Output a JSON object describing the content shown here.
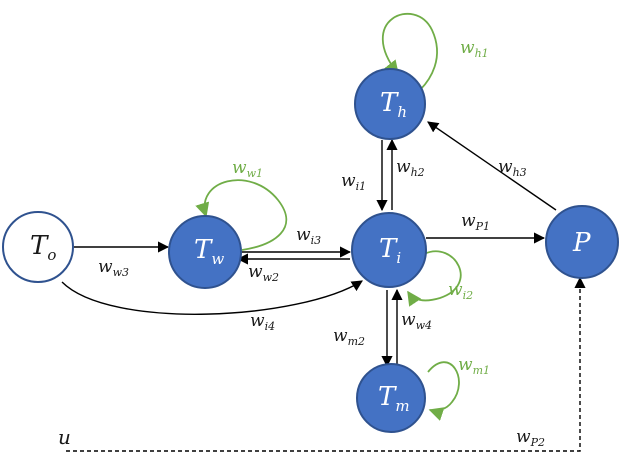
{
  "colors": {
    "node_fill": "#4472c4",
    "node_stroke": "#2f528f",
    "outer_node_stroke": "#2f528f",
    "edge": "#000000",
    "self_loop": "#70ad47"
  },
  "nodes": {
    "To": {
      "base": "T",
      "sub": "o"
    },
    "Tw": {
      "base": "T",
      "sub": "w"
    },
    "Ti": {
      "base": "T",
      "sub": "i"
    },
    "Th": {
      "base": "T",
      "sub": "h"
    },
    "Tm": {
      "base": "T",
      "sub": "m"
    },
    "P": {
      "base": "P",
      "sub": ""
    }
  },
  "edges": {
    "ww3": {
      "base": "w",
      "sub": "w3"
    },
    "wi3": {
      "base": "w",
      "sub": "i3"
    },
    "ww2": {
      "base": "w",
      "sub": "w2"
    },
    "wi4": {
      "base": "w",
      "sub": "i4"
    },
    "wi1": {
      "base": "w",
      "sub": "i1"
    },
    "wh2": {
      "base": "w",
      "sub": "h2"
    },
    "wh3": {
      "base": "w",
      "sub": "h3"
    },
    "wP1": {
      "base": "w",
      "sub": "P1"
    },
    "wm2": {
      "base": "w",
      "sub": "m2"
    },
    "ww4": {
      "base": "w",
      "sub": "w4"
    },
    "wP2": {
      "base": "w",
      "sub": "P2"
    }
  },
  "self_loops": {
    "wh1": {
      "base": "w",
      "sub": "h1"
    },
    "ww1": {
      "base": "w",
      "sub": "w1"
    },
    "wi2": {
      "base": "w",
      "sub": "i2"
    },
    "wm1": {
      "base": "w",
      "sub": "m1"
    }
  },
  "input": {
    "label": "u"
  }
}
